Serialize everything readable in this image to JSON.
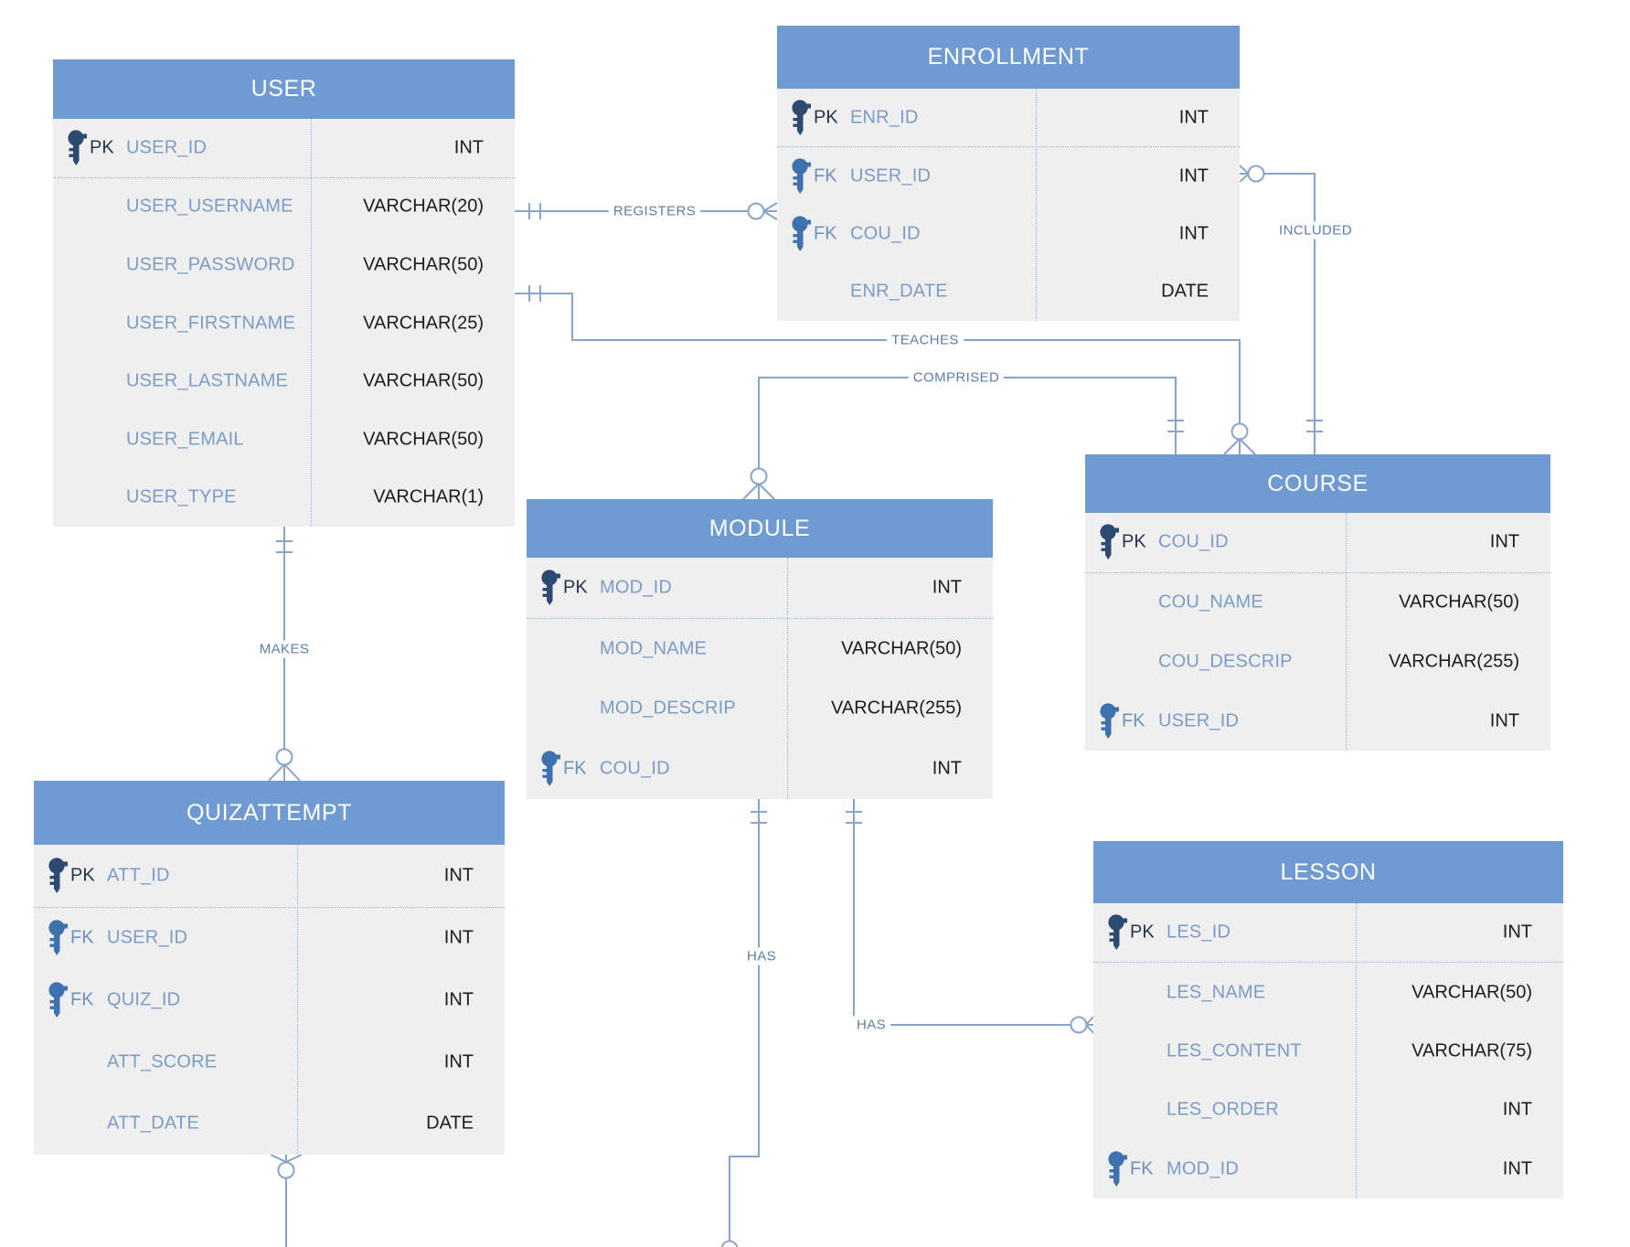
{
  "diagram": {
    "type": "entity-relationship-diagram",
    "colors": {
      "table_header": "#6f9bd2",
      "table_body": "#f0eff0",
      "field_name_text": "#7b9cc6",
      "field_type_text": "#1c1c1c",
      "primary_key_icon": "#2d4a71",
      "foreign_key_icon": "#3e72ae",
      "relationship_line": "#87a4ca"
    }
  },
  "key_badges": {
    "pk": "PK",
    "fk": "FK"
  },
  "tables": [
    {
      "name": "USER",
      "fields": [
        {
          "key": "PK",
          "name": "USER_ID",
          "type": "INT"
        },
        {
          "key": "",
          "name": "USER_USERNAME",
          "type": "VARCHAR(20)"
        },
        {
          "key": "",
          "name": "USER_PASSWORD",
          "type": "VARCHAR(50)"
        },
        {
          "key": "",
          "name": "USER_FIRSTNAME",
          "type": "VARCHAR(25)"
        },
        {
          "key": "",
          "name": "USER_LASTNAME",
          "type": "VARCHAR(50)"
        },
        {
          "key": "",
          "name": "USER_EMAIL",
          "type": "VARCHAR(50)"
        },
        {
          "key": "",
          "name": "USER_TYPE",
          "type": "VARCHAR(1)"
        }
      ]
    },
    {
      "name": "ENROLLMENT",
      "fields": [
        {
          "key": "PK",
          "name": "ENR_ID",
          "type": "INT"
        },
        {
          "key": "FK",
          "name": "USER_ID",
          "type": "INT"
        },
        {
          "key": "FK",
          "name": "COU_ID",
          "type": "INT"
        },
        {
          "key": "",
          "name": "ENR_DATE",
          "type": "DATE"
        }
      ]
    },
    {
      "name": "COURSE",
      "fields": [
        {
          "key": "PK",
          "name": "COU_ID",
          "type": "INT"
        },
        {
          "key": "",
          "name": "COU_NAME",
          "type": "VARCHAR(50)"
        },
        {
          "key": "",
          "name": "COU_DESCRIP",
          "type": "VARCHAR(255)"
        },
        {
          "key": "FK",
          "name": "USER_ID",
          "type": "INT"
        }
      ]
    },
    {
      "name": "MODULE",
      "fields": [
        {
          "key": "PK",
          "name": "MOD_ID",
          "type": "INT"
        },
        {
          "key": "",
          "name": "MOD_NAME",
          "type": "VARCHAR(50)"
        },
        {
          "key": "",
          "name": "MOD_DESCRIP",
          "type": "VARCHAR(255)"
        },
        {
          "key": "FK",
          "name": "COU_ID",
          "type": "INT"
        }
      ]
    },
    {
      "name": "QUIZATTEMPT",
      "fields": [
        {
          "key": "PK",
          "name": "ATT_ID",
          "type": "INT"
        },
        {
          "key": "FK",
          "name": "USER_ID",
          "type": "INT"
        },
        {
          "key": "FK",
          "name": "QUIZ_ID",
          "type": "INT"
        },
        {
          "key": "",
          "name": "ATT_SCORE",
          "type": "INT"
        },
        {
          "key": "",
          "name": "ATT_DATE",
          "type": "DATE"
        }
      ]
    },
    {
      "name": "LESSON",
      "fields": [
        {
          "key": "PK",
          "name": "LES_ID",
          "type": "INT"
        },
        {
          "key": "",
          "name": "LES_NAME",
          "type": "VARCHAR(50)"
        },
        {
          "key": "",
          "name": "LES_CONTENT",
          "type": "VARCHAR(75)"
        },
        {
          "key": "",
          "name": "LES_ORDER",
          "type": "INT"
        },
        {
          "key": "FK",
          "name": "MOD_ID",
          "type": "INT"
        }
      ]
    }
  ],
  "relationships": [
    {
      "label": "REGISTERS",
      "from": "USER",
      "to": "ENROLLMENT",
      "from_cardinality": "one",
      "to_cardinality": "zero-or-many"
    },
    {
      "label": "TEACHES",
      "from": "USER",
      "to": "COURSE",
      "from_cardinality": "one",
      "to_cardinality": "zero-or-many"
    },
    {
      "label": "COMPRISED",
      "from": "COURSE",
      "to": "MODULE",
      "from_cardinality": "one",
      "to_cardinality": "zero-or-many"
    },
    {
      "label": "INCLUDED",
      "from": "COURSE",
      "to": "ENROLLMENT",
      "from_cardinality": "one",
      "to_cardinality": "zero-or-many"
    },
    {
      "label": "MAKES",
      "from": "USER",
      "to": "QUIZATTEMPT",
      "from_cardinality": "one",
      "to_cardinality": "zero-or-many"
    },
    {
      "label": "HAS",
      "from": "MODULE",
      "to": "LESSON",
      "from_cardinality": "one",
      "to_cardinality": "zero-or-many"
    },
    {
      "label": "HAS",
      "from": "MODULE",
      "to": "(off-screen)",
      "from_cardinality": "one",
      "to_cardinality": "unknown"
    },
    {
      "label": "",
      "from": "QUIZATTEMPT",
      "to": "(off-screen)",
      "from_cardinality": "zero-or-many",
      "to_cardinality": "unknown"
    }
  ]
}
